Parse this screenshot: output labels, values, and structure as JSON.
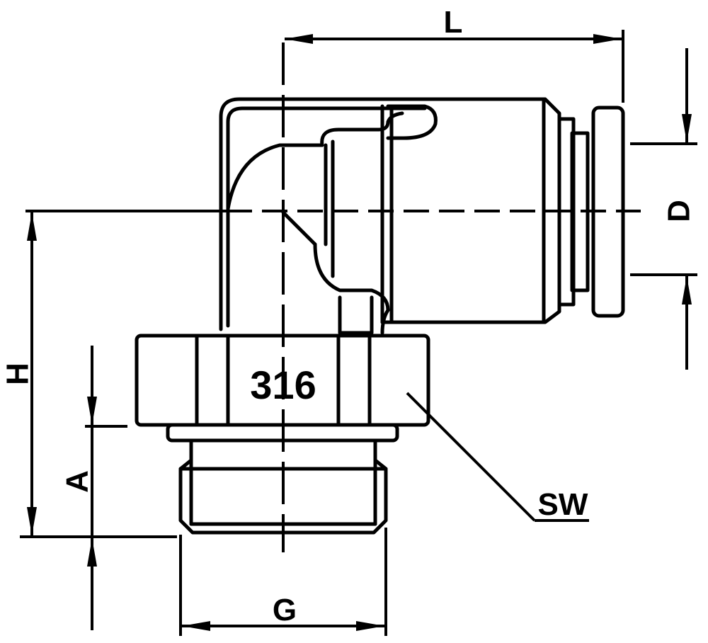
{
  "marking": "316",
  "dimensions": {
    "L": "L",
    "D": "D",
    "H": "H",
    "A": "A",
    "G": "G",
    "SW": "SW"
  },
  "colors": {
    "stroke": "#000000",
    "background": "#ffffff"
  }
}
